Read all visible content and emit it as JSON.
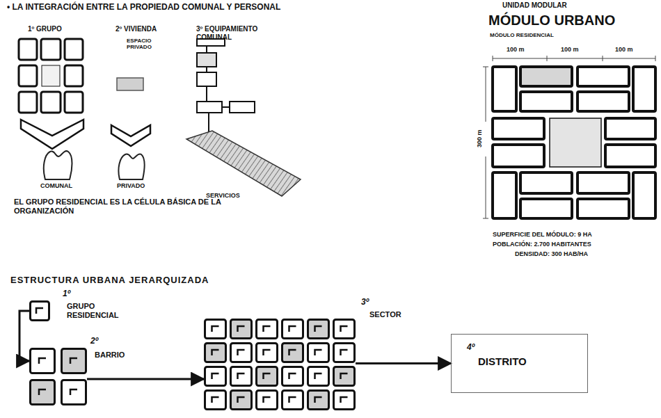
{
  "diagram": {
    "title": "ESTRUCTURA URBANA JERARQUIZADA",
    "nodes": [
      {
        "text": [
          "1º",
          "GRUPO RESIDENCIAL"
        ]
      },
      {
        "text": [
          "2º",
          "BARRIO"
        ]
      },
      {
        "text": [
          "3º",
          "SECTOR"
        ]
      },
      {
        "text": [
          "4º",
          "DISTRITO"
        ]
      }
    ],
    "edges": [
      {
        "from": 0,
        "to": 1,
        "arrow": "to"
      },
      {
        "from": 1,
        "to": 2,
        "arrow": "to"
      },
      {
        "from": 2,
        "to": 3,
        "arrow": "to"
      }
    ],
    "labels": [
      "• LA INTEGRACIÓN ENTRE LA PROPIEDAD COMUNAL Y PERSONAL",
      "1º GRUPO",
      "2º VIVIENDA",
      "ESPACIO PRIVADO",
      "3º EQUIPAMIENTO COMUNAL",
      "COMUNAL",
      "PRIVADO",
      "SERVICIOS",
      "EL GRUPO RESIDENCIAL ES LA CÉLULA BÁSICA DE LA ORGANIZACIÓN",
      "UNIDAD MODULAR",
      "MÓDULO URBANO",
      "MÓDULO RESIDENCIAL",
      "100 m",
      "100 m",
      "100 m",
      "300 m",
      "SUPERFICIE DEL MÓDULO: 9 HA",
      "POBLACIÓN: 2.700 HABITANTES",
      "DENSIDAD: 300 HAB/HA"
    ]
  }
}
